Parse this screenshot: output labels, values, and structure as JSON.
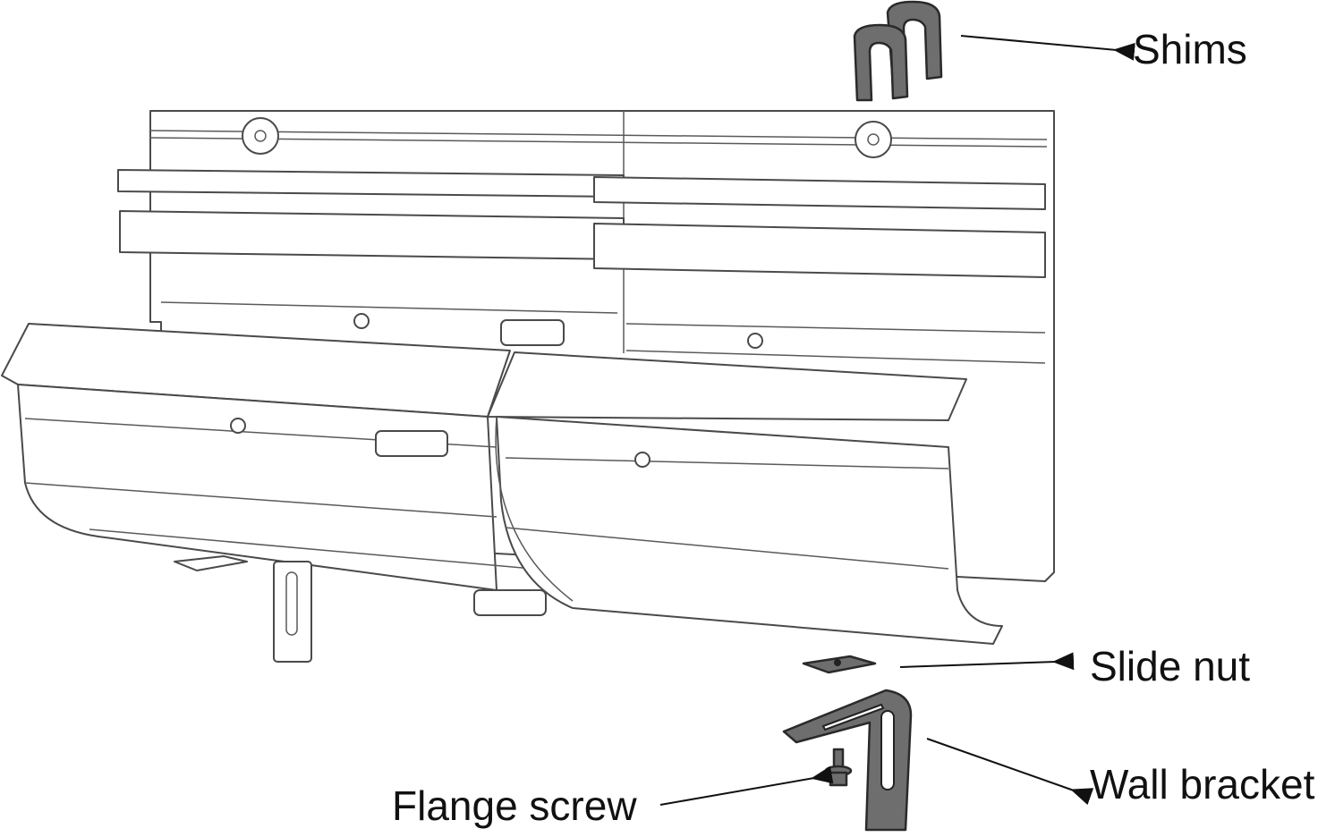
{
  "labels": {
    "shims": "Shims",
    "slide_nut": "Slide nut",
    "wall_bracket": "Wall bracket",
    "flange_screw": "Flange screw"
  },
  "colors": {
    "part_fill": "#6e6e6e",
    "line": "#4a4a4a",
    "text": "#111111"
  }
}
